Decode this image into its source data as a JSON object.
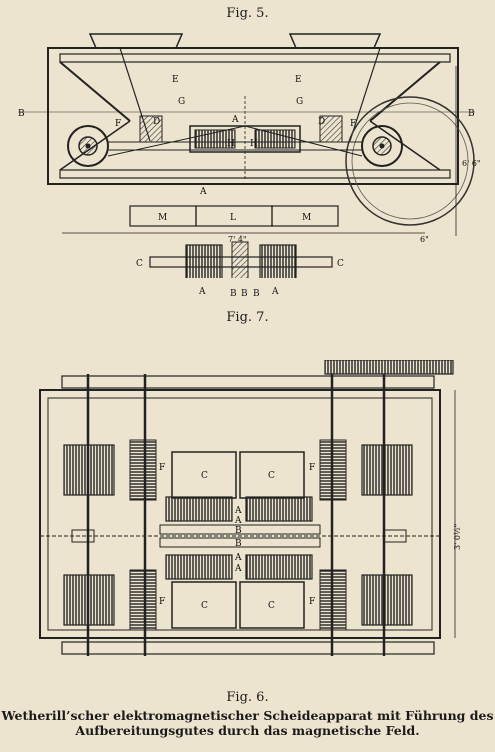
{
  "captions": {
    "fig5": "Fig. 5.",
    "fig7": "Fig. 7.",
    "fig6": "Fig. 6."
  },
  "title": {
    "line1": "Wetherill’scher elektromagnetischer Scheideapparat mit Führung des",
    "line2": "Aufbereitungsgutes durch das magnetische Feld."
  },
  "fig5": {
    "labels": [
      "B",
      "B",
      "E",
      "E",
      "G",
      "G",
      "F",
      "F",
      "D",
      "D",
      "A",
      "A",
      "H",
      "H",
      "M",
      "L",
      "M"
    ],
    "dims": [
      "6' 6\"",
      "7' 4\"",
      "6\""
    ]
  },
  "fig7": {
    "labels": [
      "C",
      "C",
      "A",
      "A",
      "B",
      "B",
      "B"
    ]
  },
  "fig6": {
    "labels": [
      "C",
      "C",
      "C",
      "C",
      "F",
      "F",
      "F",
      "F",
      "A",
      "A",
      "B",
      "B",
      "A",
      "A"
    ],
    "dims": [
      "3' 0½\""
    ]
  },
  "colors": {
    "paper": "#ece4cf",
    "ink": "#1a1a1a",
    "hatch": "#444"
  }
}
